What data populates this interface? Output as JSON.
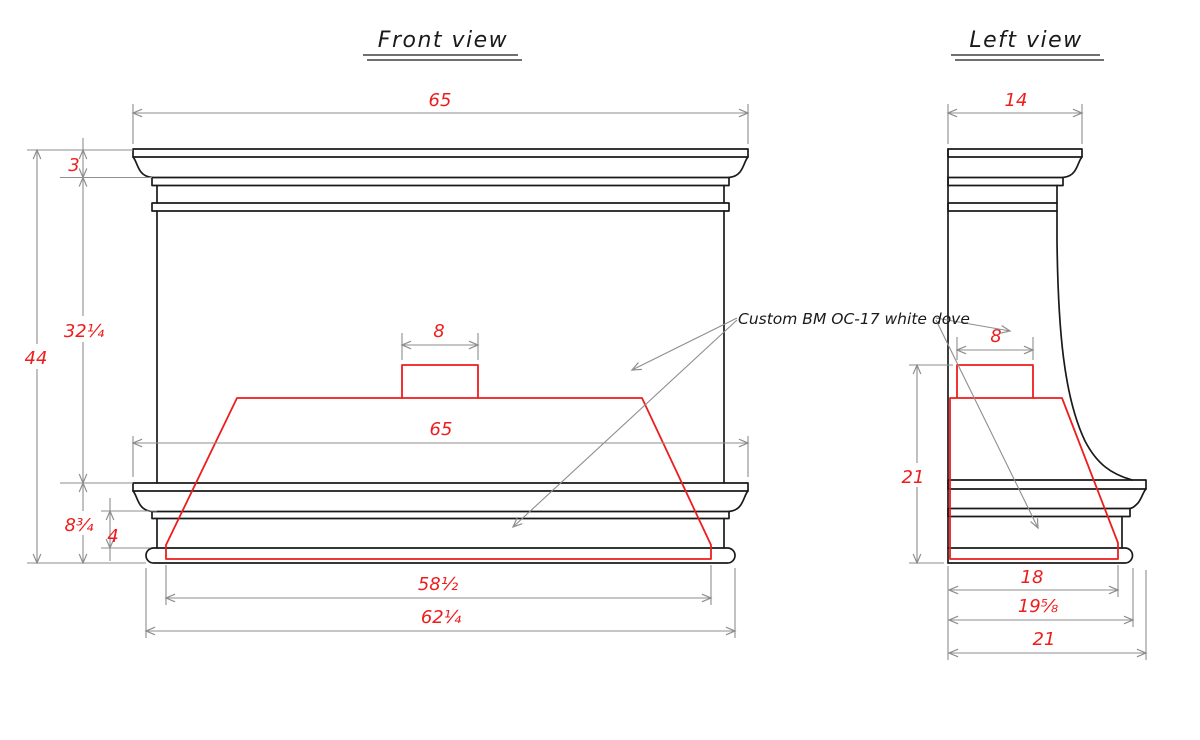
{
  "colors": {
    "outline": "#1a1a1a",
    "accent_red": "#ee1d1d",
    "dimension_gray": "#8e8e8e"
  },
  "front_view": {
    "title": "Front view",
    "dims": {
      "top_width": "65",
      "crown_height": "3",
      "upper_body_height": "32¼",
      "total_height": "44",
      "vent_width": "8",
      "canopy_top_width": "65",
      "bottom_crown_height": "8¾",
      "lower_band_height": "4",
      "canopy_bottom_width": "58½",
      "overall_bottom_width": "62¼"
    }
  },
  "left_view": {
    "title": "Left view",
    "dims": {
      "top_depth": "14",
      "vent_depth": "8",
      "canopy_height": "21",
      "canopy_bottom_depth": "18",
      "lower_crown_depth": "19⅝",
      "overall_depth": "21"
    }
  },
  "annotation": {
    "finish_note": "Custom BM OC-17 white dove"
  }
}
